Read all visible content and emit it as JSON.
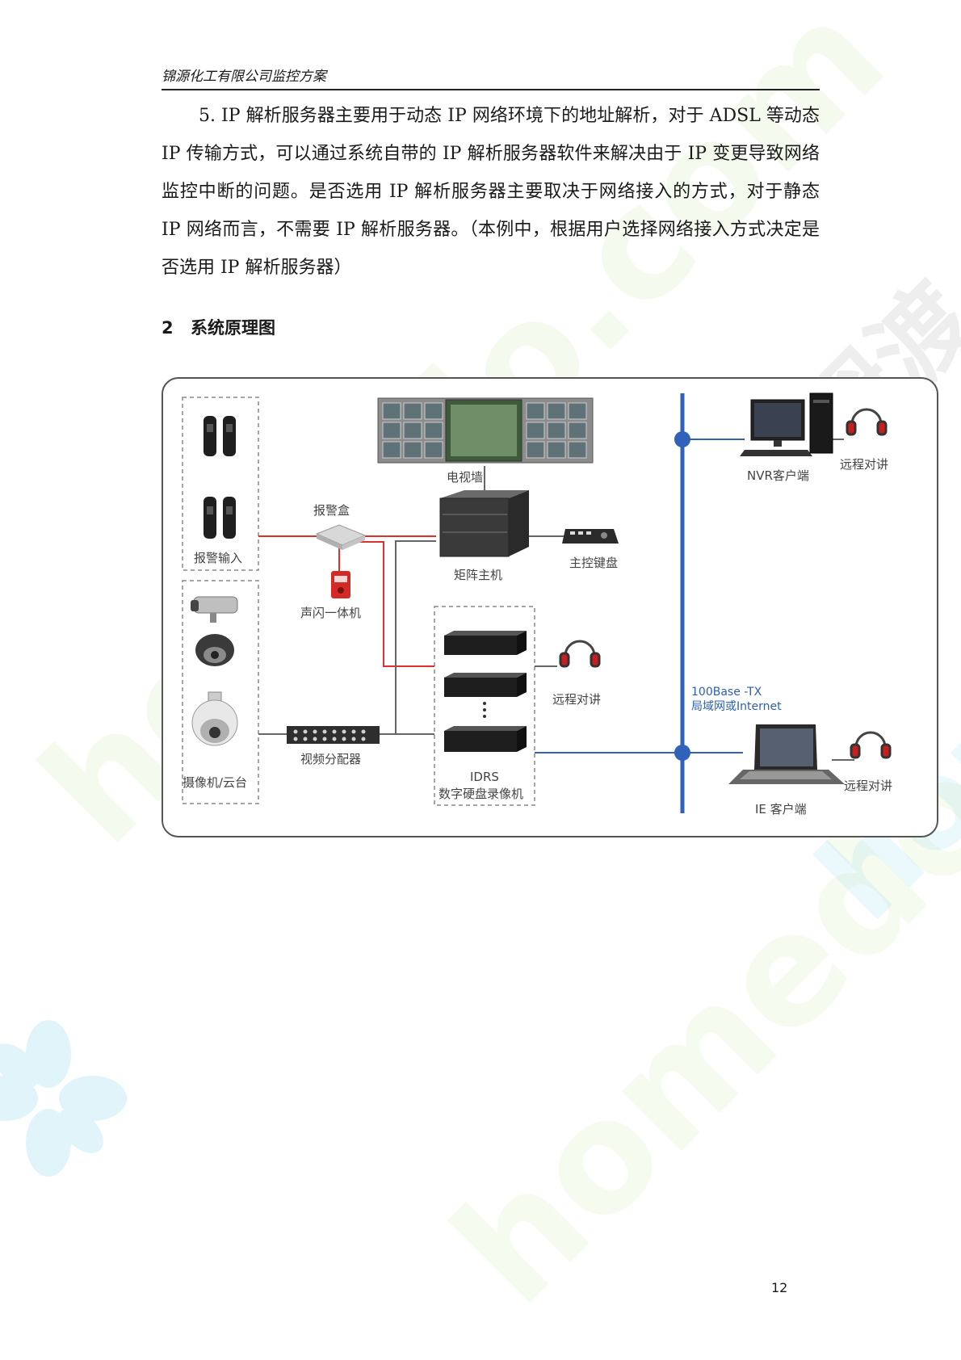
{
  "header": {
    "title": "锦源化工有限公司监控方案"
  },
  "paragraph": "5. IP 解析服务器主要用于动态 IP 网络环境下的地址解析，对于 ADSL 等动态 IP 传输方式，可以通过系统自带的 IP 解析服务器软件来解决由于 IP 变更导致网络监控中断的问题。是否选用 IP 解析服务器主要取决于网络接入的方式，对于静态 IP 网络而言，不需要 IP 解析服务器。（本例中，根据用户选择网络接入方式决定是否选用 IP 解析服务器）",
  "section": {
    "number": "2",
    "title": "系统原理图"
  },
  "diagram": {
    "labels": {
      "tv_wall": "电视墙",
      "alarm_box": "报警盒",
      "alarm_input": "报警输入",
      "matrix_host": "矩阵主机",
      "master_keyboard": "主控键盘",
      "strobe_siren": "声闪一体机",
      "camera_ptz": "摄像机/云台",
      "video_splitter": "视频分配器",
      "idrs": "IDRS",
      "dvr": "数字硬盘录像机",
      "intercom_1": "远程对讲",
      "intercom_2": "远程对讲",
      "intercom_3": "远程对讲",
      "nvr_client": "NVR客户端",
      "ie_client": "IE 客户端",
      "network_type": "100Base -TX",
      "network_desc": "局域网或Internet"
    },
    "colors": {
      "alarm_line": "#e0302e",
      "network_line": "#2f62b8",
      "video_line": "#666666",
      "frame": "#555555"
    }
  },
  "watermark": {
    "text_a": "homedo.com",
    "text_b": "河姆渡"
  },
  "page_number": "12"
}
